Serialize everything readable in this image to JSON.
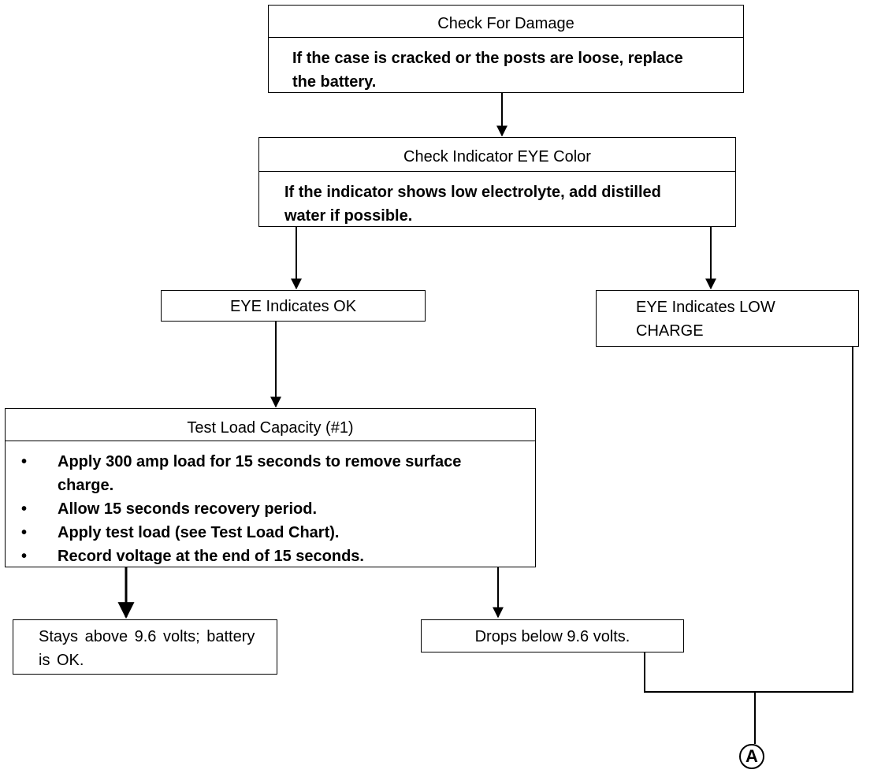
{
  "nodes": {
    "check_damage": {
      "title": "Check For Damage",
      "text": "If the case is cracked or the posts are loose, replace the battery."
    },
    "check_eye": {
      "title": "Check Indicator EYE Color",
      "text": "If the indicator shows low electrolyte, add dis­tilled water if possible."
    },
    "eye_ok": {
      "label": "EYE Indicates OK"
    },
    "eye_low": {
      "label": "EYE Indicates LOW CHARGE"
    },
    "load_test": {
      "title": "Test Load Capacity (#1)",
      "bullets": [
        "Apply 300 amp load for 15 seconds to remove sur­face charge.",
        "Allow 15 seconds recovery period.",
        "Apply test load (see Test Load Chart).",
        "Record voltage at the end of 15 seconds."
      ]
    },
    "stays_above": {
      "label": "Stays above 9.6 volts; battery is OK."
    },
    "drops_below": {
      "label": "Drops below 9.6 volts."
    }
  },
  "connector": {
    "label": "A"
  }
}
